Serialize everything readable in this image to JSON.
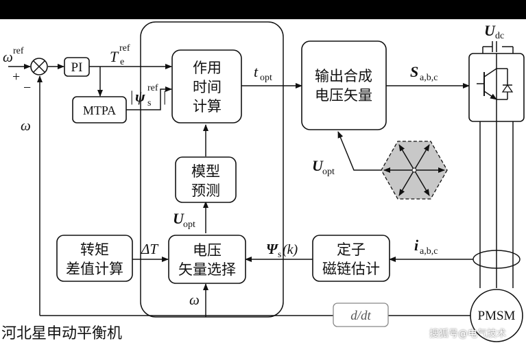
{
  "labels": {
    "omega_ref": "ω",
    "ref": "ref",
    "plus": "+",
    "minus": "−",
    "omega": "ω",
    "pi": "PI",
    "mtpa": "MTPA",
    "te": "T",
    "e": "e",
    "psi": "ψ",
    "s": "s",
    "action_time_1": "作用",
    "action_time_2": "时间",
    "action_time_3": "计算",
    "t": "t",
    "opt": "opt",
    "synth_1": "输出合成",
    "synth_2": "电压矢量",
    "S": "S",
    "abc": "a,b,c",
    "U": "U",
    "dc": "dc",
    "model_1": "模型",
    "model_2": "预测",
    "torque_1": "转矩",
    "torque_2": "差值计算",
    "delta_t": "ΔT",
    "select_1": "电压",
    "select_2": "矢量选择",
    "Psi_k": "Ψ",
    "k": "(k)",
    "stator_1": "定子",
    "stator_2": "磁链估计",
    "i": "i",
    "ddt": "d/dt",
    "pmsm": "PMSM"
  },
  "watermark_left": "河北星申动平衡机",
  "watermark_right": "搜狐号@电气技术"
}
